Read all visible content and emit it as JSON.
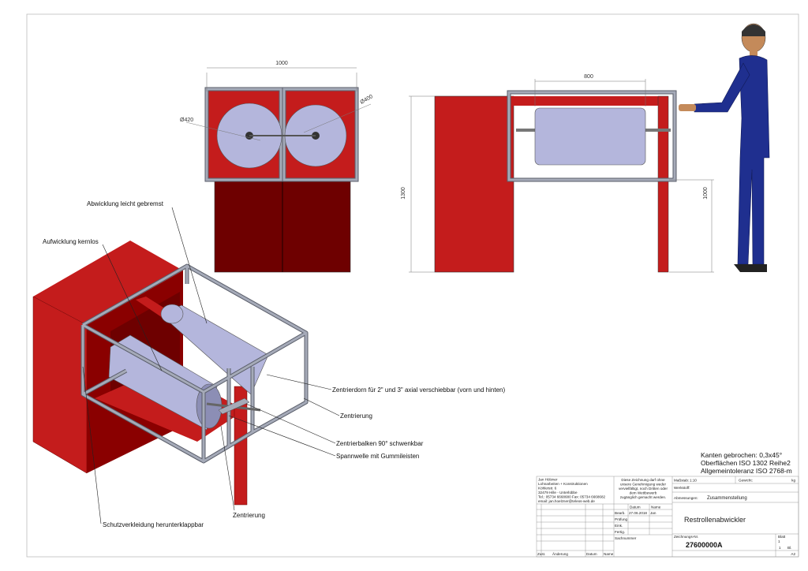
{
  "drawing": {
    "title": "Restrollenabwickler",
    "dimensions": {
      "front_width": "1000",
      "front_diameter_left": "Ø420",
      "front_diameter_right": "Ø400",
      "side_roll_width": "800",
      "side_height_total": "1300",
      "side_height_table": "1000"
    },
    "callouts": [
      "Abwicklung leicht gebremst",
      "Aufwicklung kernlos",
      "Zentrierdorn für 2\" und 3\" axial verschiebbar (vorn und hinten)",
      "Zentrierung",
      "Zentrierbalken 90° schwenkbar",
      "Spannwelle mit Gummileisten",
      "Zentrierung",
      "Schutzverkleidung herunterklappbar"
    ],
    "colors": {
      "red": "#c41c1c",
      "dark_red": "#6e0000",
      "steel": "#a5aab8",
      "roll": "#b4b6dc",
      "skin": "#c48a5a",
      "suit": "#1f2f8f"
    }
  },
  "title_block": {
    "notes": [
      "Kanten gebrochen: 0,3x45°",
      "Oberflächen ISO 1302 Reihe2",
      "Allgemeintoleranz ISO 2768-m"
    ],
    "company": [
      "Jan Hölzner",
      "Lohnarbeiten + Konstruktionen",
      "Köhlerstr. 6",
      "32479 Hille - Unterlübbe",
      "Tel.: 05734 6668680   Fax: 05734 6668682",
      "email: jan.hoelzner@teleos-web.de"
    ],
    "copyright": [
      "Diese Zeichnung darf ohne",
      "unsere Genehmigung weder",
      "vervielfältigt, noch Dritten oder",
      "dem Wettbewerb",
      "zugänglich gemacht werden."
    ],
    "col_datum": "Datum",
    "col_name": "Name",
    "rows": [
      "Bearb.",
      "Prüfung",
      "Eink.",
      "Fertig."
    ],
    "bearb_date": "27.06.2018",
    "bearb_name": "Jan",
    "sachnummer_label": "Sachnummer",
    "revision_headers": [
      "Zust.",
      "Änderung",
      "Datum",
      "Name"
    ],
    "massstab_label": "Maßstab:",
    "massstab": "1:10",
    "gewicht_label": "Gewicht:",
    "gewicht_unit": "kg",
    "werkstoff_label": "Werkstoff:",
    "abmessungen_label": "Abmessungen:",
    "abmessungen": "Zusammenstellung",
    "zeichnungsnr_label": "Zeichnungs-Nr.",
    "zeichnungsnr": "27600000A",
    "blatt_label": "Blatt",
    "blatt": "1",
    "blatt_count": "1",
    "blatt_unit": "Bl.",
    "format": "A2"
  }
}
